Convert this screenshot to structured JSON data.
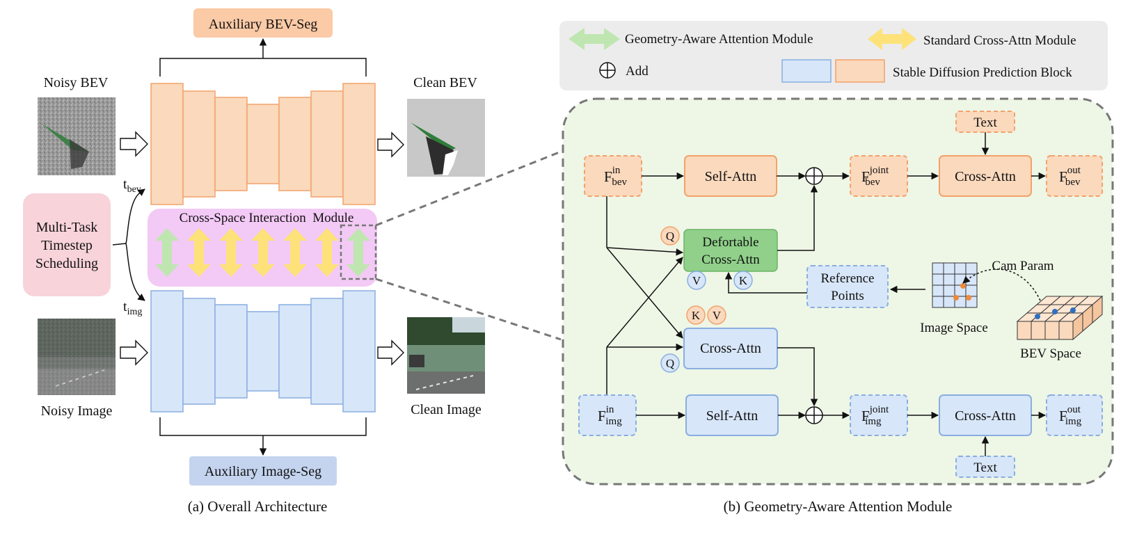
{
  "left": {
    "aux_bev_seg": "Auxiliary BEV-Seg",
    "aux_image_seg": "Auxiliary Image-Seg",
    "noisy_bev": "Noisy BEV",
    "clean_bev": "Clean BEV",
    "noisy_image": "Noisy Image",
    "clean_image": "Clean Image",
    "t_bev": {
      "base": "t",
      "sub": "bev"
    },
    "t_img": {
      "base": "t",
      "sub": "img"
    },
    "scheduling": [
      "Multi-Task",
      "Timestep",
      "Scheduling"
    ],
    "cross_space_module": "Cross-Space Interaction  Module",
    "caption": "(a) Overall Architecture"
  },
  "legend": {
    "geometry_aware": "Geometry-Aware Attention Module",
    "standard_cross_attn": "Standard Cross-Attn Module",
    "add": "Add",
    "stable_diffusion": "Stable Diffusion Prediction Block"
  },
  "right": {
    "f_bev_in": {
      "base": "F",
      "sub": "bev",
      "sup": "in"
    },
    "f_bev_joint": {
      "base": "F",
      "sub": "bev",
      "sup": "joint"
    },
    "f_bev_out": {
      "base": "F",
      "sub": "bev",
      "sup": "out"
    },
    "f_img_in": {
      "base": "F",
      "sub": "img",
      "sup": "in"
    },
    "f_img_joint": {
      "base": "F",
      "sub": "img",
      "sup": "joint"
    },
    "f_img_out": {
      "base": "F",
      "sub": "img",
      "sup": "out"
    },
    "self_attn": "Self-Attn",
    "cross_attn": "Cross-Attn",
    "text": "Text",
    "deformable": [
      "Defortable",
      "Cross-Attn"
    ],
    "reference_points": [
      "Reference",
      "Points"
    ],
    "cam_param": "Cam Param",
    "image_space": "Image Space",
    "bev_space": "BEV Space",
    "q": "Q",
    "k": "K",
    "v": "V",
    "caption": "(b) Geometry-Aware Attention Module"
  },
  "colors": {
    "orange_fill": "#fbd9bd",
    "orange_stroke": "#f2a26b",
    "blue_fill": "#d7e6f8",
    "blue_stroke": "#89aee0",
    "green_fill": "#90d08a",
    "yellow_arrow": "#fde27a",
    "green_arrow": "#bfe6b0",
    "pink_fill": "#f8d3da",
    "magenta_fill": "#f3c9f5",
    "panel_bg": "#eef6e6",
    "legend_bg": "#ececec"
  }
}
